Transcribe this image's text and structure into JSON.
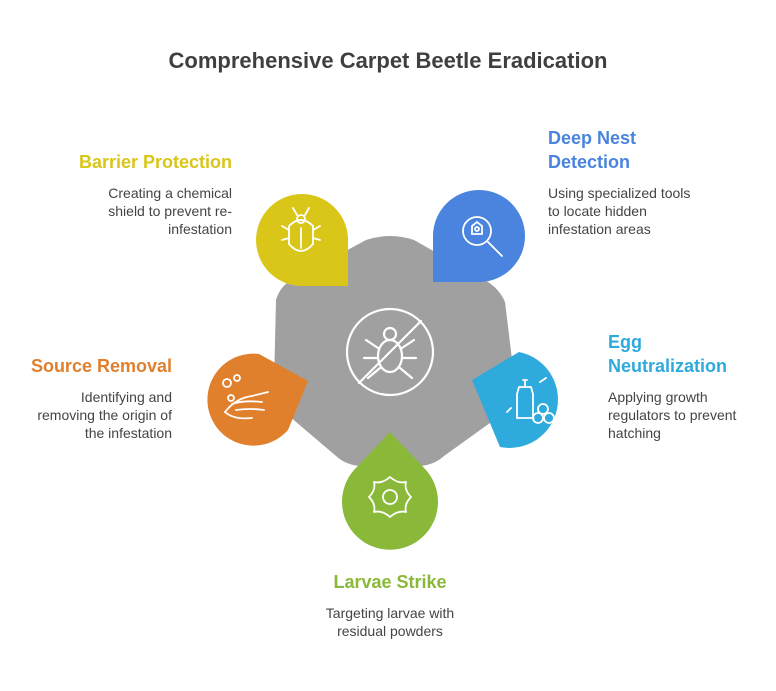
{
  "title": "Comprehensive Carpet Beetle Eradication",
  "center": {
    "icon": "no-bug-icon",
    "color": "#a0a0a0"
  },
  "items": [
    {
      "id": "barrier",
      "heading": "Barrier Protection",
      "description": "Creating a chemical shield to prevent re-infestation",
      "desc_lines": [
        "Creating a chemical",
        "shield to prevent re-",
        "infestation"
      ],
      "color": "#d9c619",
      "icon": "bug-icon"
    },
    {
      "id": "deep-nest",
      "heading": "Deep Nest Detection",
      "heading_lines": [
        "Deep Nest",
        "Detection"
      ],
      "description": "Using specialized tools to locate hidden infestation areas",
      "desc_lines": [
        "Using specialized tools",
        "to locate hidden",
        "infestation areas"
      ],
      "color": "#4a84de",
      "icon": "magnifier-icon"
    },
    {
      "id": "egg",
      "heading": "Egg Neutralization",
      "heading_lines": [
        "Egg",
        "Neutralization"
      ],
      "description": "Applying growth regulators to prevent hatching",
      "desc_lines": [
        "Applying growth",
        "regulators to prevent",
        "hatching"
      ],
      "color": "#2eaadd",
      "icon": "spray-eggs-icon"
    },
    {
      "id": "larvae",
      "heading": "Larvae Strike",
      "description": "Targeting larvae with residual powders",
      "desc_lines": [
        "Targeting larvae with",
        "residual powders"
      ],
      "color": "#8ab93a",
      "icon": "powder-icon"
    },
    {
      "id": "source",
      "heading": "Source Removal",
      "description": "Identifying and removing the origin of the infestation",
      "desc_lines": [
        "Identifying and",
        "removing the origin of",
        "the infestation"
      ],
      "color": "#e07f2c",
      "icon": "hand-wash-icon"
    }
  ]
}
